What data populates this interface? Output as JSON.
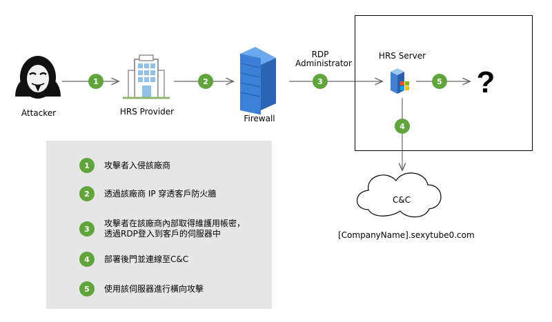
{
  "nodes": {
    "attacker": "Attacker",
    "provider": "HRS Provider",
    "firewall": "Firewall",
    "rdp_label_1": "RDP",
    "rdp_label_2": "Administrator",
    "server": "HRS Server",
    "unknown": "?",
    "cnc": "C&C",
    "cnc_domain": "[CompanyName].sexytube0.com"
  },
  "steps": [
    "1",
    "2",
    "3",
    "5",
    "4"
  ],
  "legend": [
    {
      "num": "1",
      "text": "攻擊者入侵該廠商"
    },
    {
      "num": "2",
      "text": "透過該廠商 IP 穿透客戶防火牆"
    },
    {
      "num": "3",
      "text": "攻擊者在該廠商內部取得維護用帳密，",
      "text2": "透過RDP登入到客戶的伺服器中"
    },
    {
      "num": "4",
      "text": "部署後門並連線至C&C"
    },
    {
      "num": "5",
      "text": "使用該伺服器進行橫向攻擊"
    }
  ],
  "colors": {
    "step_green": "#5fa53a",
    "legend_bg": "#e6e6e6",
    "firewall_blue": "#3b7fd6"
  }
}
